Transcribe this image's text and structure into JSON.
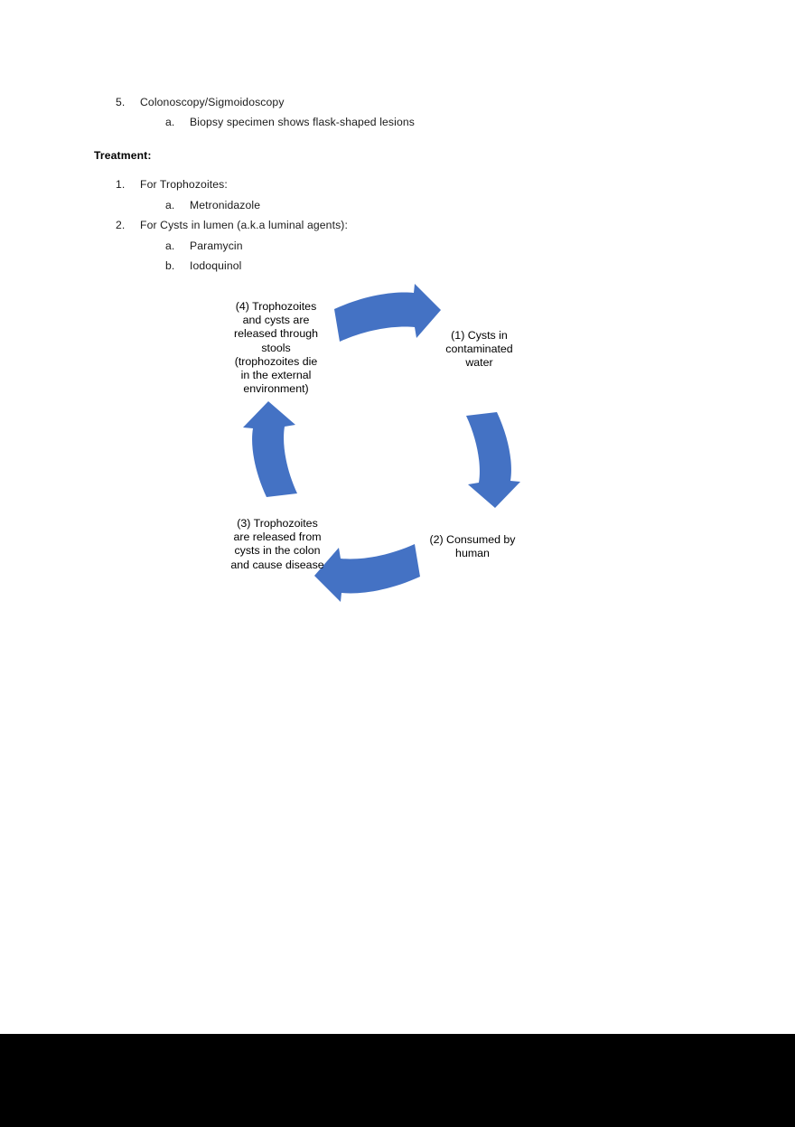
{
  "document": {
    "background_color": "#ffffff",
    "text_color": "#1a1a1a",
    "accent_color": "#4472c4",
    "bottom_bar_color": "#000000"
  },
  "outline": {
    "items": [
      {
        "marker": "5.",
        "text": "Colonoscopy/Sigmoidoscopy"
      },
      {
        "marker": "a.",
        "text": "Biopsy specimen shows flask-shaped lesions"
      },
      {
        "marker": "",
        "text": "Treatment:"
      },
      {
        "marker": "1.",
        "text": "For Trophozoites:"
      },
      {
        "marker": "a.",
        "text": "Metronidazole"
      },
      {
        "marker": "2.",
        "text": "For Cysts in lumen (a.k.a luminal agents):"
      },
      {
        "marker": "a.",
        "text": "Paramycin"
      },
      {
        "marker": "b.",
        "text": "Iodoquinol"
      }
    ]
  },
  "diagram": {
    "title": "life-cycle-diagram",
    "arrow_color": "#4472c4",
    "stages": [
      {
        "id": "stage-1",
        "label": "(1) Cysts in\ncontaminated\nwater"
      },
      {
        "id": "stage-2",
        "label": "(2) Consumed by\nhuman"
      },
      {
        "id": "stage-3",
        "label": "(3) Trophozoites\nare released from\ncysts in the colon\nand cause disease"
      },
      {
        "id": "stage-4",
        "label": "(4) Trophozoites\nand cysts are\nreleased through\nstools\n(trophozoites die\nin the external\nenvironment)"
      }
    ],
    "arrows": [
      {
        "id": "arrow-top-right",
        "direction": "right"
      },
      {
        "id": "arrow-right-down",
        "direction": "down"
      },
      {
        "id": "arrow-bottom-left",
        "direction": "left"
      },
      {
        "id": "arrow-left-up",
        "direction": "up"
      }
    ]
  }
}
